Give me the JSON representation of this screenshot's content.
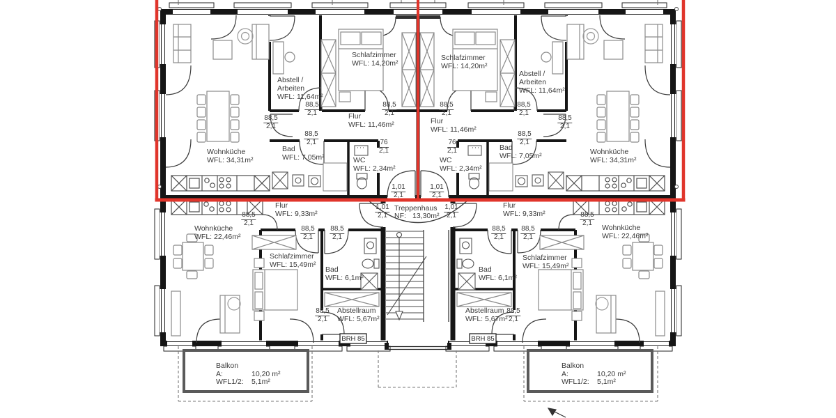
{
  "highlight_color": "#e0352b",
  "dims": {
    "w885": "88,5",
    "w76": "76",
    "w101": "1,01",
    "h21": "2,1"
  },
  "apartments": {
    "top_left": {
      "wohnkueche": {
        "name": "Wohnküche",
        "area": "WFL: 34,31m²"
      },
      "abstell": {
        "line1": "Abstell /",
        "line2": "Arbeiten",
        "area": "WFL: 11,64m²"
      },
      "schlafzimmer": {
        "name": "Schlafzimmer",
        "area": "WFL: 14,20m²"
      },
      "flur": {
        "name": "Flur",
        "area": "WFL: 11,46m²"
      },
      "bad": {
        "name": "Bad",
        "area": "WFL: 7,05m²"
      },
      "wc": {
        "name": "WC",
        "area": "WFL: 2,34m²"
      }
    },
    "top_right": {
      "wohnkueche": {
        "name": "Wohnküche",
        "area": "WFL: 34,31m²"
      },
      "abstell": {
        "line1": "Abstell /",
        "line2": "Arbeiten",
        "area": "WFL: 11,64m²"
      },
      "schlafzimmer": {
        "name": "Schlafzimmer",
        "area": "WFL: 14,20m²"
      },
      "flur": {
        "name": "Flur",
        "area": "WFL: 11,46m²"
      },
      "bad": {
        "name": "Bad",
        "area": "WFL: 7,05m²"
      },
      "wc": {
        "name": "WC",
        "area": "WFL: 2,34m²"
      }
    },
    "bottom_left": {
      "wohnkueche": {
        "name": "Wohnküche",
        "area": "WFL: 22,46m²"
      },
      "flur": {
        "name": "Flur",
        "area": "WFL: 9,33m²"
      },
      "schlafzimmer": {
        "name": "Schlafzimmer",
        "area": "WFL: 15,49m²"
      },
      "bad": {
        "name": "Bad",
        "area": "WFL: 6,1m²"
      },
      "abstellraum": {
        "name": "Abstellraum",
        "area": "WFL: 5,67m²"
      },
      "brh": "BRH 85"
    },
    "bottom_right": {
      "wohnkueche": {
        "name": "Wohnküche",
        "area": "WFL: 22,46m²"
      },
      "flur": {
        "name": "Flur",
        "area": "WFL: 9,33m²"
      },
      "schlafzimmer": {
        "name": "Schlafzimmer",
        "area": "WFL: 15,49m²"
      },
      "bad": {
        "name": "Bad",
        "area": "WFL: 6,1m²"
      },
      "abstellraum": {
        "name": "Abstellraum",
        "area": "WFL: 5,67m²"
      },
      "brh": "BRH 85"
    }
  },
  "stairwell": {
    "name": "Treppenhaus",
    "nf_label": "NF:",
    "nf_value": "13,30m²"
  },
  "balconies": {
    "left": {
      "name": "Balkon",
      "a_label": "A:",
      "a_value": "10,20 m²",
      "wfl_label": "WFL1/2:",
      "wfl_value": "5,1m²"
    },
    "right": {
      "name": "Balkon",
      "a_label": "A:",
      "a_value": "10,20 m²",
      "wfl_label": "WFL1/2:",
      "wfl_value": "5,1m²"
    }
  }
}
